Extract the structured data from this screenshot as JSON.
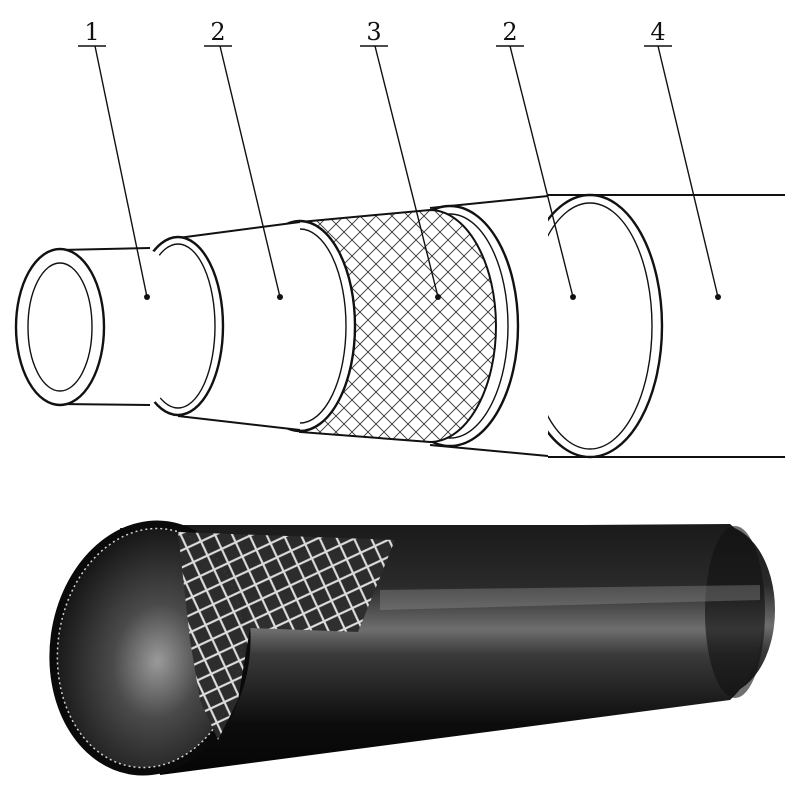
{
  "callouts": [
    {
      "id": "layer-1",
      "number": "1"
    },
    {
      "id": "layer-2a",
      "number": "2"
    },
    {
      "id": "layer-3",
      "number": "3"
    },
    {
      "id": "layer-2b",
      "number": "2"
    },
    {
      "id": "layer-4",
      "number": "4"
    }
  ],
  "colors": {
    "line": "#111111",
    "background": "#ffffff",
    "pipe_body": "#0d0d0d",
    "pipe_highlight": "#8a8a8a",
    "mesh": "#e8e8e8"
  }
}
